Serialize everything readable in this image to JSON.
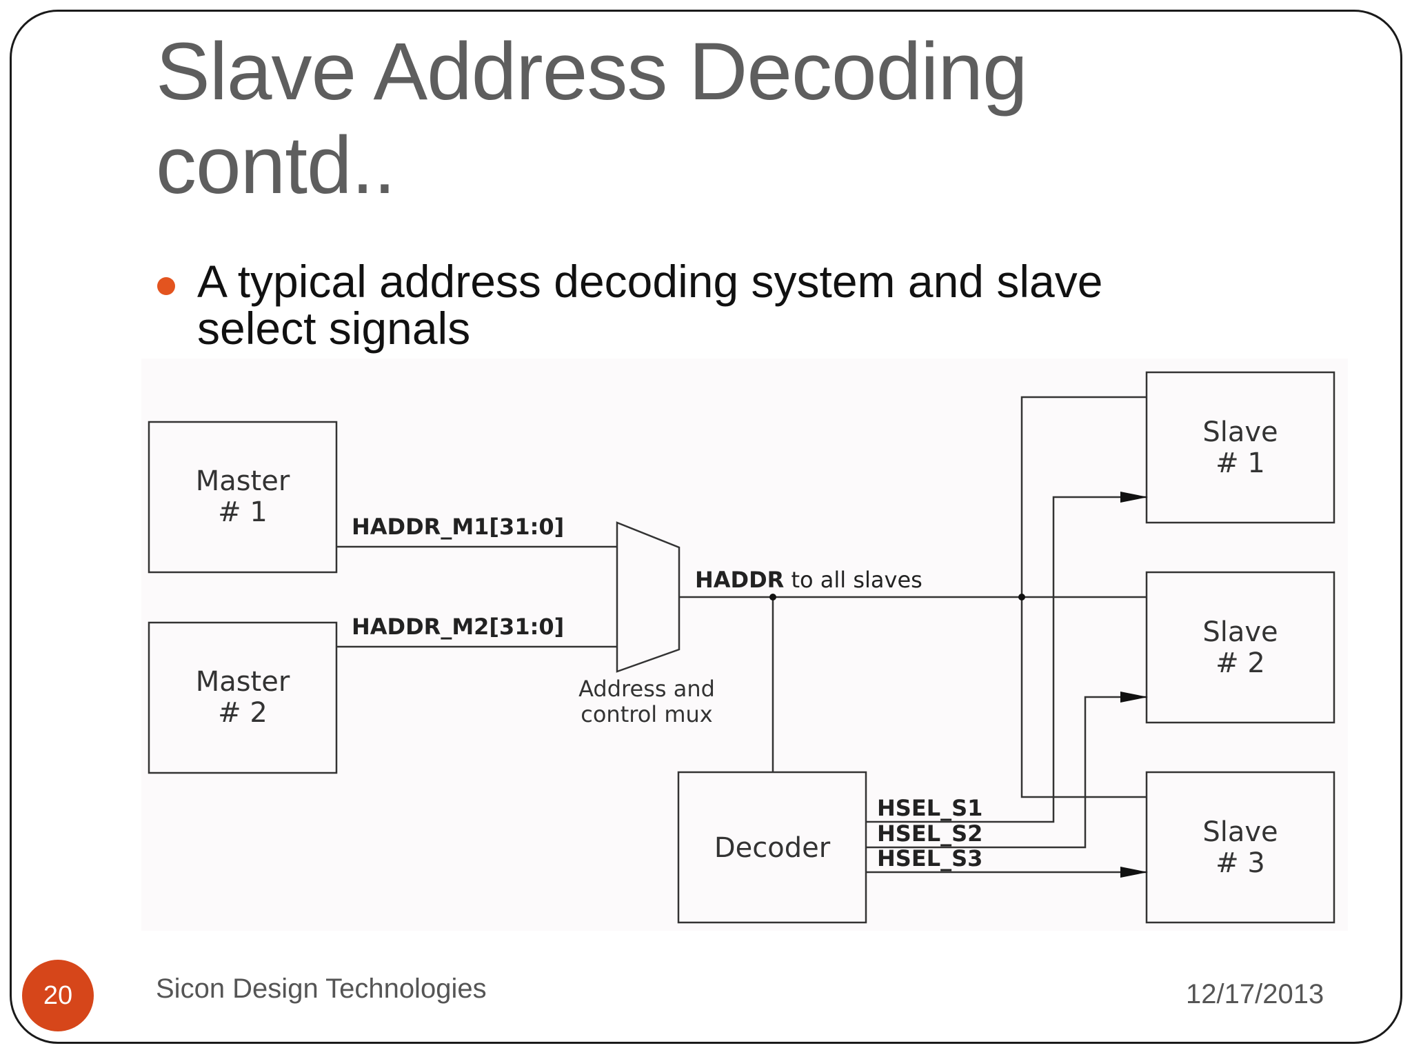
{
  "slide": {
    "title_line1": "Slave Address Decoding",
    "title_line2": "contd..",
    "bullet_line1": "A typical address decoding system and slave",
    "bullet_line2": "select signals",
    "page_number": "20",
    "footer_company": "Sicon Design Technologies",
    "footer_date": "12/17/2013",
    "accent_color": "#d6461a"
  },
  "diagram": {
    "master1": {
      "line1": "Master",
      "line2": "# 1"
    },
    "master2": {
      "line1": "Master",
      "line2": "# 2"
    },
    "slave1": {
      "line1": "Slave",
      "line2": "# 1"
    },
    "slave2": {
      "line1": "Slave",
      "line2": "# 2"
    },
    "slave3": {
      "line1": "Slave",
      "line2": "# 3"
    },
    "decoder": "Decoder",
    "haddr_m1": "HADDR_M1[31:0]",
    "haddr_m2": "HADDR_M2[31:0]",
    "haddr_bold": "HADDR",
    "haddr_rest": " to all slaves",
    "mux_line1": "Address and",
    "mux_line2": "control mux",
    "hsel_s1": "HSEL_S1",
    "hsel_s2": "HSEL_S2",
    "hsel_s3": "HSEL_S3"
  }
}
